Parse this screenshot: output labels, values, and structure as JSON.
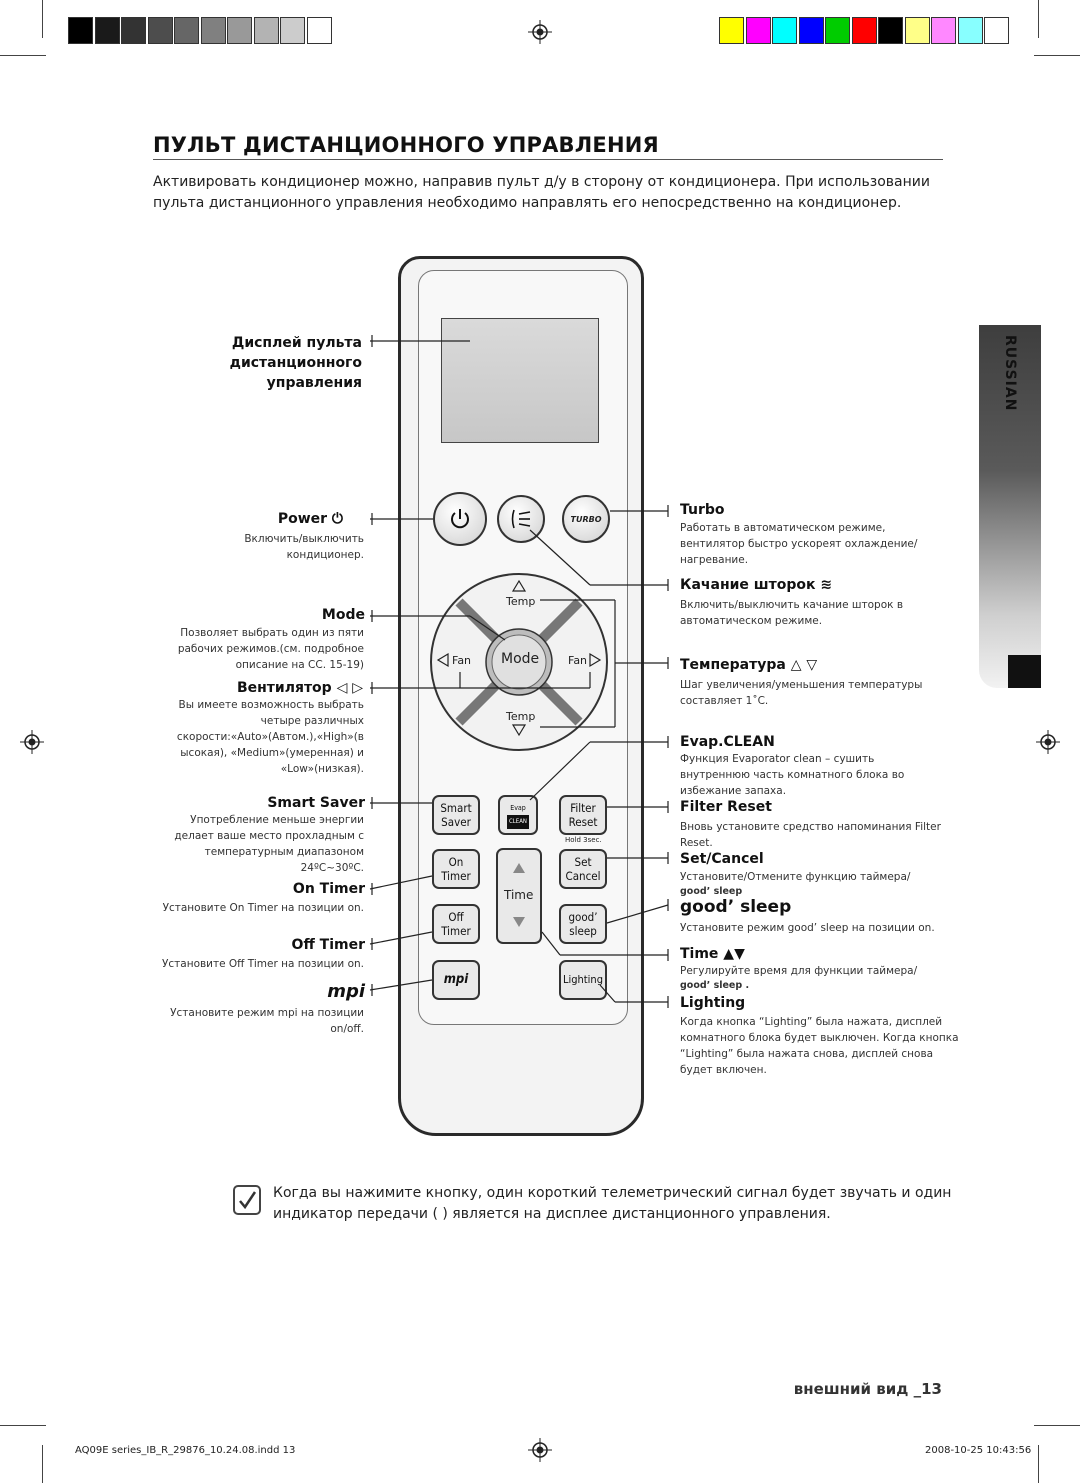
{
  "color_bars": {
    "grays": [
      "#000000",
      "#1a1a1a",
      "#333333",
      "#4d4d4d",
      "#666666",
      "#808080",
      "#999999",
      "#b3b3b3",
      "#cccccc",
      "#ffffff"
    ],
    "colors": [
      "#ffff00",
      "#ff00ff",
      "#00ffff",
      "#0000ff",
      "#00cc00",
      "#ff0000",
      "#000000",
      "#ffff88",
      "#ff88ff",
      "#88ffff",
      "#ffffff"
    ]
  },
  "title": "ПУЛЬТ ДИСТАНЦИОННОГО УПРАВЛЕНИЯ",
  "intro": "Активировать кондиционер можно, направив пульт д/у в сторону от кондиционера. При использовании пульта дистанционного управления необходимо направлять его непосредственно на кондиционер.",
  "language_tab": "RUSSIAN",
  "left": {
    "display_label": "Дисплей пульта дистанционного управления",
    "power_label": "Power",
    "power_desc": "Включить/выключить кондиционер.",
    "mode_label": "Mode",
    "mode_desc": "Позволяет выбрать один из пяти рабочих режимов.(см. подробное описание на СС. 15-19)",
    "fan_label": "Вентилятор",
    "fan_desc": "Вы имеете возможность выбрать четыре различных скорости:«Auto»(Автом.),«High»(в ысокая), «Medium»(умеренная) и «Low»(низкая).",
    "smart_saver_label": "Smart Saver",
    "smart_saver_desc": "Употребление меньше энергии делает ваше место прохладным с температурным диапазоном 24ºC~30ºC.",
    "on_timer_label": "On Timer",
    "on_timer_desc": "Установите On Timer на позиции on.",
    "off_timer_label": "Off Timer",
    "off_timer_desc": "Установите Off Timer на позиции on.",
    "mpi_label": "mpi",
    "mpi_desc": "Установите режим mpi на позиции on/off."
  },
  "right": {
    "turbo_label": "Turbo",
    "turbo_desc": "Работать в автоматическом режиме, вентилятор быстро ускорeят охлаждение/нагревание.",
    "swing_label": "Качание шторок",
    "swing_desc": "Включить/выключить качание шторок в автоматическом режиме.",
    "temp_label": "Температура",
    "temp_desc": "Шаг увеличения/уменьшения температуры составляет 1˚C.",
    "evap_label": "Evap.CLEAN",
    "evap_desc": "Функция Evaporator clean – сушить внутреннюю часть комнатного блока во избежание запаха.",
    "filter_label": "Filter Reset",
    "filter_desc": "Вновь установите средство напоминания Filter Reset.",
    "setcancel_label": "Set/Cancel",
    "setcancel_desc": "Установите/Отмените функцию таймера/",
    "setcancel_desc2": "good’ sleep",
    "goodsleep_label": "good’ sleep",
    "goodsleep_desc": "Установите режим good’ sleep на позиции on.",
    "time_label": "Time ▲▼",
    "time_desc": "Регулируйте время для функции таймера/",
    "time_desc2": "good’ sleep .",
    "lighting_label": "Lighting",
    "lighting_desc": "Когда кнопка “Lighting” была нажата, дисплей комнатного блока будет выключен. Когда кнопка “Lighting” была нажата снова, дисплей снова будет включен."
  },
  "remote": {
    "turbo_btn": "TURBO",
    "temp_up": "Temp",
    "temp_down": "Temp",
    "fan_left": "Fan",
    "fan_right": "Fan",
    "mode": "Mode",
    "smart1": "Smart",
    "smart2": "Saver",
    "evap1": "Evap",
    "evap2": "CLEAN",
    "filter1": "Filter",
    "filter2": "Reset",
    "hold": "Hold 3sec.",
    "on1": "On",
    "on2": "Timer",
    "time": "Time",
    "set1": "Set",
    "set2": "Cancel",
    "off1": "Off",
    "off2": "Timer",
    "good1": "good’",
    "good2": "sleep",
    "mpi": "mpi",
    "lighting": "Lighting"
  },
  "note": "Когда вы нажимите кнопку, один короткий телеметрический сигнал будет звучать и один индикатор передачи (  ) является на дисплее дистанционного управления.",
  "page_label": "внешний вид _13",
  "footer": {
    "file": "AQ09E series_IB_R_29876_10.24.08.indd   13",
    "date": "2008-10-25   10:43:56"
  }
}
